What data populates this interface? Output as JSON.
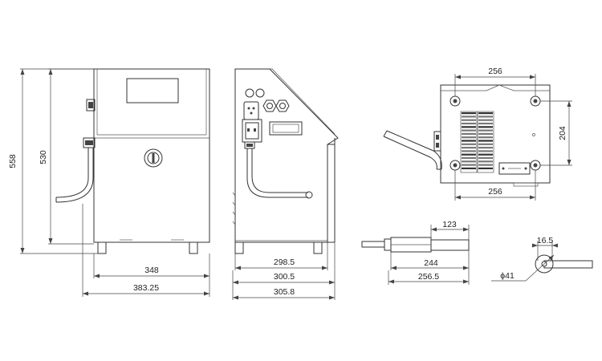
{
  "dimensions": {
    "front_height_total": "558",
    "front_height_body": "530",
    "front_width_body": "348",
    "front_width_total": "383.25",
    "side_depth_1": "298.5",
    "side_depth_2": "300.5",
    "side_depth_3": "305.8",
    "top_width_top": "256",
    "top_width_bottom": "256",
    "top_height": "204",
    "gun_len_1": "123",
    "gun_len_2": "244",
    "gun_len_3": "256.5",
    "gun_offset": "16.5",
    "gun_diameter": "ϕ41"
  },
  "colors": {
    "line": "#333333",
    "fill": "#ffffff"
  },
  "icons": [
    "knob-icon",
    "nut-icon",
    "connector-icon",
    "mounting-hole-icon"
  ]
}
